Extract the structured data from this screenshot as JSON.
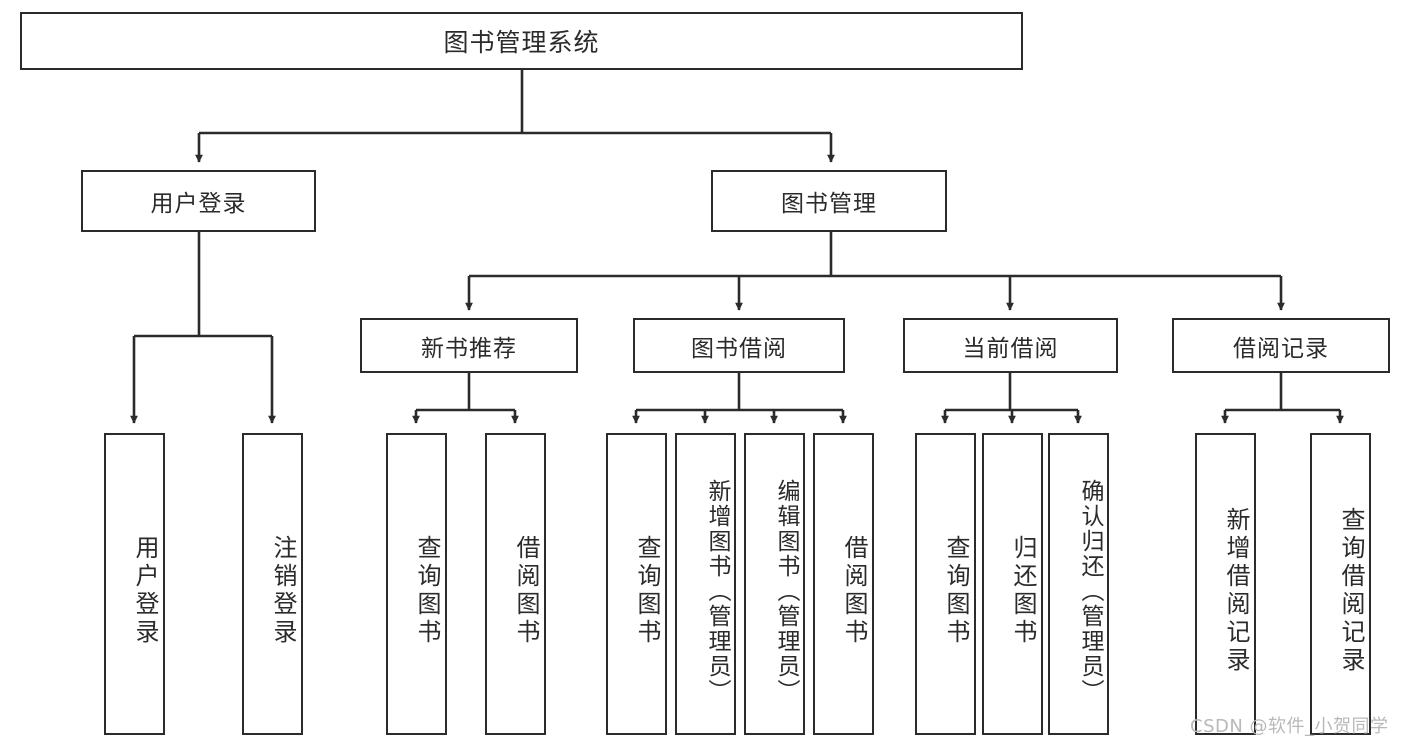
{
  "diagram": {
    "title": "图书管理系统",
    "type": "hierarchy-tree",
    "root": {
      "id": "root",
      "label": "图书管理系统"
    },
    "level2": [
      {
        "id": "n-user-login",
        "label": "用户登录"
      },
      {
        "id": "n-book-manage",
        "label": "图书管理"
      }
    ],
    "level3": [
      {
        "id": "n-new-book-rec",
        "label": "新书推荐"
      },
      {
        "id": "n-book-borrow",
        "label": "图书借阅"
      },
      {
        "id": "n-current-borrow",
        "label": "当前借阅"
      },
      {
        "id": "n-borrow-record",
        "label": "借阅记录"
      }
    ],
    "leaves": [
      {
        "id": "leaf-user-login",
        "label": "用户登录",
        "parent": "用户登录"
      },
      {
        "id": "leaf-logout-login",
        "label": "注销登录",
        "parent": "用户登录"
      },
      {
        "id": "leaf-query-book-1",
        "label": "查询图书",
        "parent": "新书推荐"
      },
      {
        "id": "leaf-borrow-book-1",
        "label": "借阅图书",
        "parent": "新书推荐"
      },
      {
        "id": "leaf-query-book-2",
        "label": "查询图书",
        "parent": "图书借阅"
      },
      {
        "id": "leaf-add-book",
        "label": "新增图书（管理员）",
        "parent": "图书借阅"
      },
      {
        "id": "leaf-edit-book",
        "label": "编辑图书（管理员）",
        "parent": "图书借阅"
      },
      {
        "id": "leaf-borrow-book-2",
        "label": "借阅图书",
        "parent": "图书借阅"
      },
      {
        "id": "leaf-query-book-3",
        "label": "查询图书",
        "parent": "当前借阅"
      },
      {
        "id": "leaf-return-book",
        "label": "归还图书",
        "parent": "当前借阅"
      },
      {
        "id": "leaf-confirm-return",
        "label": "确认归还（管理员）",
        "parent": "当前借阅"
      },
      {
        "id": "leaf-add-record",
        "label": "新增借阅记录",
        "parent": "借阅记录"
      },
      {
        "id": "leaf-query-record",
        "label": "查询借阅记录",
        "parent": "借阅记录"
      }
    ],
    "colors": {
      "background": "#ffffff",
      "box_border": "#2b2b2b",
      "box_fill": "#ffffff",
      "edge": "#2b2b2b",
      "text": "#2b2b2b",
      "watermark": "#b9b9b9"
    }
  },
  "watermark": {
    "text": "CSDN @软件_小贺同学"
  }
}
